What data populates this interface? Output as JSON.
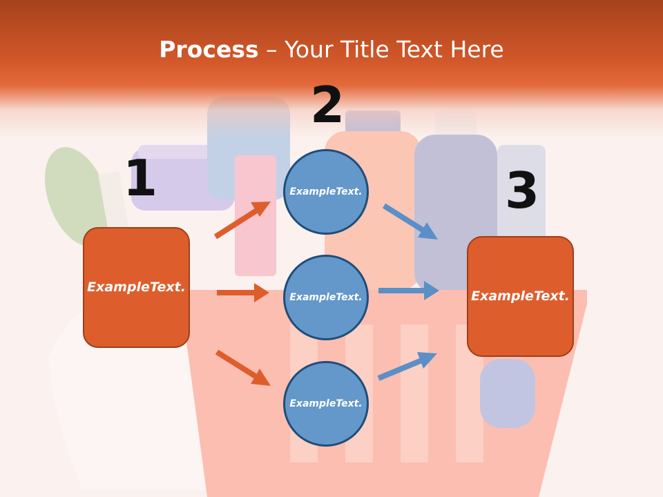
{
  "slide": {
    "title_bold": "Process",
    "title_rest": " – Your Title Text Here",
    "steps": [
      "1",
      "2",
      "3"
    ],
    "left_box": "Example Text.",
    "circles": [
      "Example Text.",
      "Example Text.",
      "Example Text."
    ],
    "right_box": "Example Text."
  },
  "colors": {
    "header": "#d3582a",
    "box_fill": "#dd5e2c",
    "circle_fill": "#6497ca",
    "arrow_orange": "#dd5e2c",
    "arrow_blue": "#5b8fc7"
  },
  "background": {
    "subject": "cleaning-supplies-basket"
  }
}
